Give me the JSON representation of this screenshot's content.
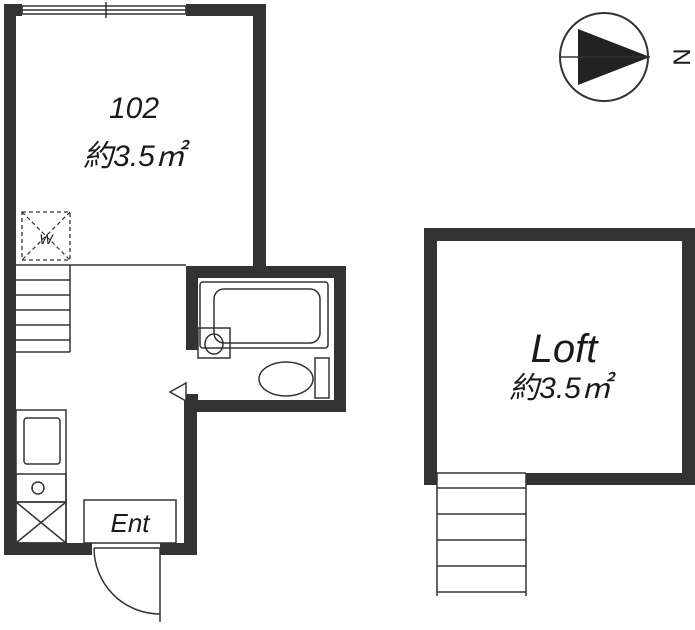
{
  "floorplan": {
    "room_main": {
      "number": "102",
      "area": "約3.5㎡"
    },
    "room_loft": {
      "name": "Loft",
      "area": "約3.5㎡"
    },
    "washer_label": "W",
    "entrance_label": "Ent",
    "compass_label": "N"
  },
  "colors": {
    "wall": "#333333",
    "line": "#333333",
    "background": "#ffffff"
  }
}
